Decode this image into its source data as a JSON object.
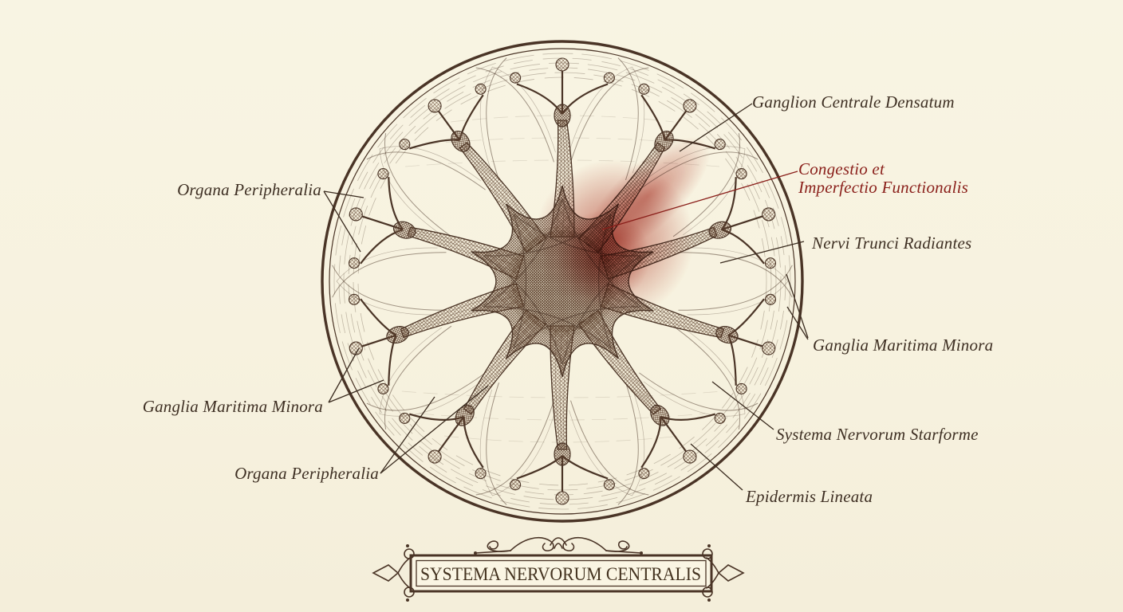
{
  "banner": {
    "title": "SYSTEMA NERVORUM CENTRALIS"
  },
  "labels": {
    "ganglion_centrale": "Ganglion Centrale Densatum",
    "congestio": "Congestio et\nImperfectio Functionalis",
    "nervi_trunci": "Nervi Trunci Radiantes",
    "ganglia_maritima_right": "Ganglia Maritima Minora",
    "systema_starforme": "Systema Nervorum Starforme",
    "epidermis_lineata": "Epidermis Lineata",
    "organa_peripheralia_left": "Organa Peripheralia",
    "ganglia_maritima_left": "Ganglia Maritima Minora",
    "organa_peripheralia_bottom": "Organa Peripheralia"
  },
  "colors": {
    "background": "#f8f3e2",
    "ink": "#4a3426",
    "label_ink": "#3e2f23",
    "accent_red": "#8a1f1a",
    "congestion_red": "#b03124"
  }
}
